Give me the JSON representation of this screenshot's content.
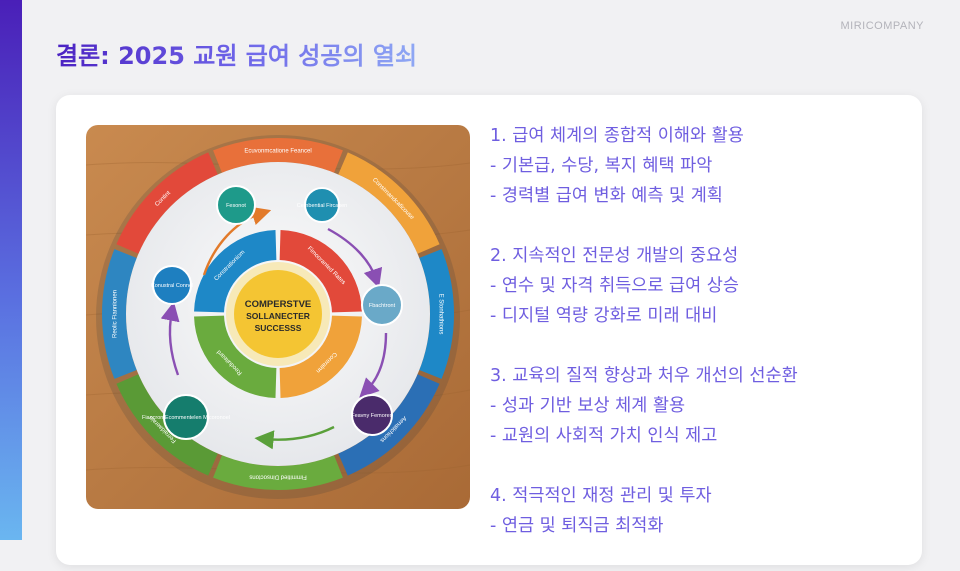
{
  "brand": "MIRICOMPANY",
  "title": "결론: 2025 교원 급여 성공의 열쇠",
  "colors": {
    "accent_bar_top": "#4a1fb8",
    "accent_bar_bottom": "#6ab6f0",
    "title_start": "#4b22c2",
    "title_end": "#8fa8f4",
    "body_text": "#6f5ee0",
    "card_bg": "#ffffff",
    "page_bg": "#f1f1f3"
  },
  "figure": {
    "icon": "success-cycle-infographic",
    "center_text": [
      "COMPERSTVE",
      "SOLLANECTER",
      "SUCCESSS"
    ],
    "ring_labels": [
      "Ecuvonmcatione Feancel",
      "Constmandcaficouse",
      "E Stonhathions",
      "Aenatichions",
      "Fimmitied Dinsoctons",
      "Ferraidaeraie",
      "Reolic Fiannionen",
      "Contint"
    ],
    "node_labels": [
      "Fesonot",
      "Cembential Fircasen",
      "Conustral Connel",
      "Fbachtront",
      "Fiancron Ecommentelen Micoronoel",
      "Feavny Femoren"
    ],
    "inner_labels": [
      "Constrationiom",
      "Fimooranted Rates",
      "Coreralnn",
      "Reoduiteard"
    ]
  },
  "sections": [
    {
      "heading": "1. 급여 체계의 종합적 이해와 활용",
      "items": [
        "- 기본급, 수당, 복지 혜택 파악",
        "- 경력별 급여 변화 예측 및 계획"
      ]
    },
    {
      "heading": "2. 지속적인 전문성 개발의 중요성",
      "items": [
        "- 연수 및 자격 취득으로 급여 상승",
        "- 디지털 역량 강화로 미래 대비"
      ]
    },
    {
      "heading": "3. 교육의 질적 향상과 처우 개선의 선순환",
      "items": [
        "- 성과 기반 보상 체계 활용",
        "- 교원의 사회적 가치 인식 제고"
      ]
    },
    {
      "heading": "4. 적극적인 재정 관리 및 투자",
      "items": [
        "- 연금 및 퇴직금 최적화"
      ]
    }
  ]
}
